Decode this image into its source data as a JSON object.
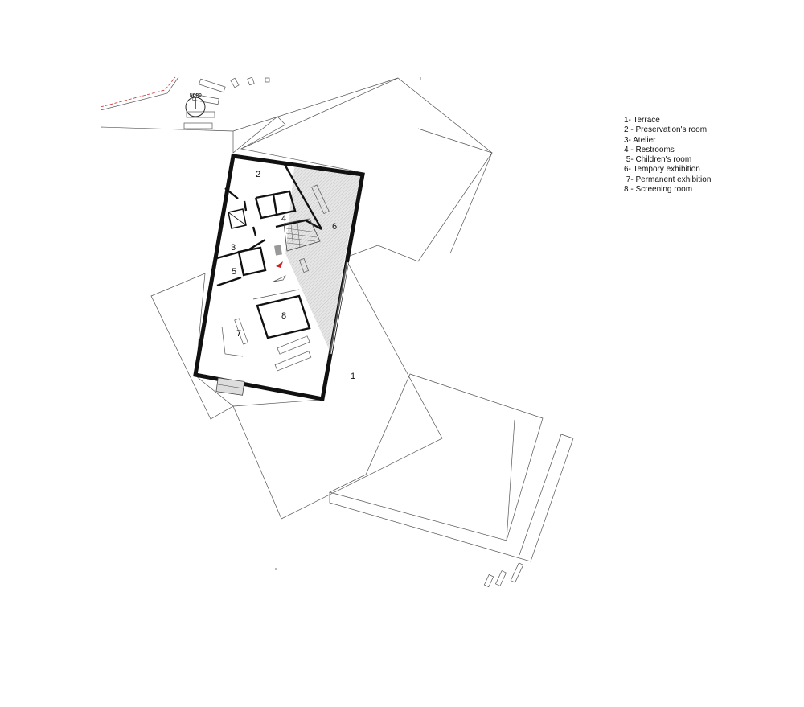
{
  "compass": {
    "label": "NORD"
  },
  "legend": [
    "1- Terrace",
    "2 - Preservation's room",
    "3- Atelier",
    "4 - Restrooms",
    " 5- Children's room",
    "6- Tempory exhibition",
    " 7- Permanent exhibition",
    "8 - Screening room"
  ],
  "room_numbers": [
    "1",
    "2",
    "3",
    "4",
    "5",
    "6",
    "7",
    "8"
  ],
  "colors": {
    "wall": "#111111",
    "hatch": "#d9d9d9",
    "entrance_marker": "#cc2222",
    "site_line": "#cc3333"
  }
}
